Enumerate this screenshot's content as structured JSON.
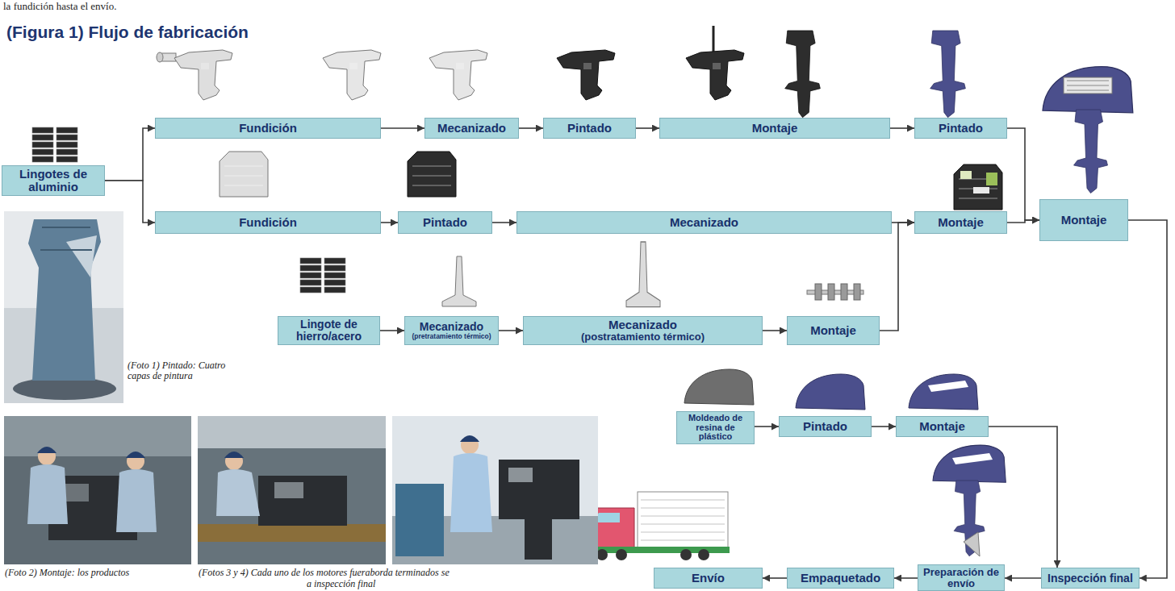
{
  "diagram": {
    "title": "(Figura 1) Flujo de fabricación",
    "nodes": [
      {
        "text": [
          "Lingotes de aluminio"
        ]
      },
      {
        "text": [
          "Fundición"
        ]
      },
      {
        "text": [
          "Mecanizado"
        ]
      },
      {
        "text": [
          "Pintado"
        ]
      },
      {
        "text": [
          "Montaje"
        ]
      },
      {
        "text": [
          "Pintado"
        ]
      },
      {
        "text": [
          "Montaje"
        ]
      },
      {
        "text": [
          "Fundición"
        ]
      },
      {
        "text": [
          "Pintado"
        ]
      },
      {
        "text": [
          "Mecanizado"
        ]
      },
      {
        "text": [
          "Montaje"
        ]
      },
      {
        "text": [
          "Lingote de hierro/acero"
        ]
      },
      {
        "text": [
          "Mecanizado",
          "(pretratamiento térmico)"
        ]
      },
      {
        "text": [
          "Mecanizado",
          "(postratamiento térmico)"
        ]
      },
      {
        "text": [
          "Montaje"
        ]
      },
      {
        "text": [
          "Moldeado de resina de plástico"
        ]
      },
      {
        "text": [
          "Pintado"
        ]
      },
      {
        "text": [
          "Montaje"
        ]
      },
      {
        "text": [
          "Inspección final"
        ]
      },
      {
        "text": [
          "Preparación de envío"
        ]
      },
      {
        "text": [
          "Empaquetado"
        ]
      },
      {
        "text": [
          "Envío"
        ]
      }
    ],
    "edges": [
      {
        "from": 0,
        "to": 1,
        "arrow": "to"
      },
      {
        "from": 0,
        "to": 7,
        "arrow": "to"
      },
      {
        "from": 1,
        "to": 2,
        "arrow": "to"
      },
      {
        "from": 2,
        "to": 3,
        "arrow": "to"
      },
      {
        "from": 3,
        "to": 4,
        "arrow": "to"
      },
      {
        "from": 4,
        "to": 5,
        "arrow": "to"
      },
      {
        "from": 5,
        "to": 6,
        "arrow": "to"
      },
      {
        "from": 7,
        "to": 8,
        "arrow": "to"
      },
      {
        "from": 8,
        "to": 9,
        "arrow": "to"
      },
      {
        "from": 9,
        "to": 10,
        "arrow": "to"
      },
      {
        "from": 11,
        "to": 12,
        "arrow": "to"
      },
      {
        "from": 12,
        "to": 13,
        "arrow": "to"
      },
      {
        "from": 13,
        "to": 14,
        "arrow": "to"
      },
      {
        "from": 14,
        "to": 10,
        "arrow": "to"
      },
      {
        "from": 10,
        "to": 6,
        "arrow": "to"
      },
      {
        "from": 15,
        "to": 16,
        "arrow": "to"
      },
      {
        "from": 16,
        "to": 17,
        "arrow": "to"
      },
      {
        "from": 17,
        "to": 18,
        "arrow": "to"
      },
      {
        "from": 6,
        "to": 18,
        "arrow": "to"
      },
      {
        "from": 18,
        "to": 19,
        "arrow": "to"
      },
      {
        "from": 19,
        "to": 20,
        "arrow": "to"
      },
      {
        "from": 20,
        "to": 21,
        "arrow": "to"
      }
    ],
    "labels": [
      "la fundición hasta el envío.",
      "(Foto 1) Pintado: Cuatro capas de pintura",
      "(Foto 2) Montaje: los productos",
      "(Fotos 3 y 4) Cada uno de los motores fueraborda terminados se",
      "a inspección final"
    ]
  }
}
